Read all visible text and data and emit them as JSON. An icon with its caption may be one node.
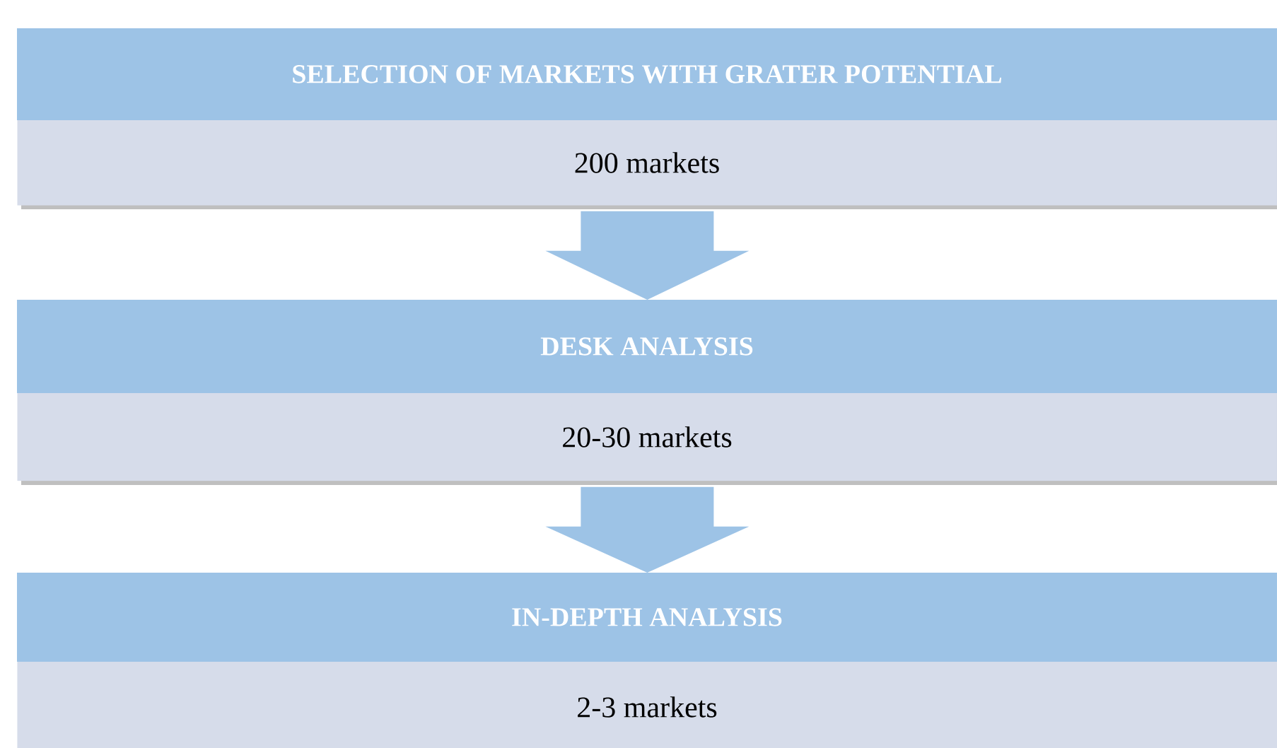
{
  "diagram": {
    "nodes": [
      {
        "text": [
          "SELECTION OF MARKETS WITH GRATER POTENTIAL",
          "200 markets"
        ]
      },
      {
        "text": [
          "DESK ANALYSIS",
          "20-30 markets"
        ]
      },
      {
        "text": [
          "IN-DEPTH ANALYSIS",
          "2-3 markets"
        ]
      }
    ],
    "edges": [
      {
        "from": 0,
        "to": 1,
        "arrow": "to"
      },
      {
        "from": 1,
        "to": 2,
        "arrow": "to"
      }
    ]
  }
}
